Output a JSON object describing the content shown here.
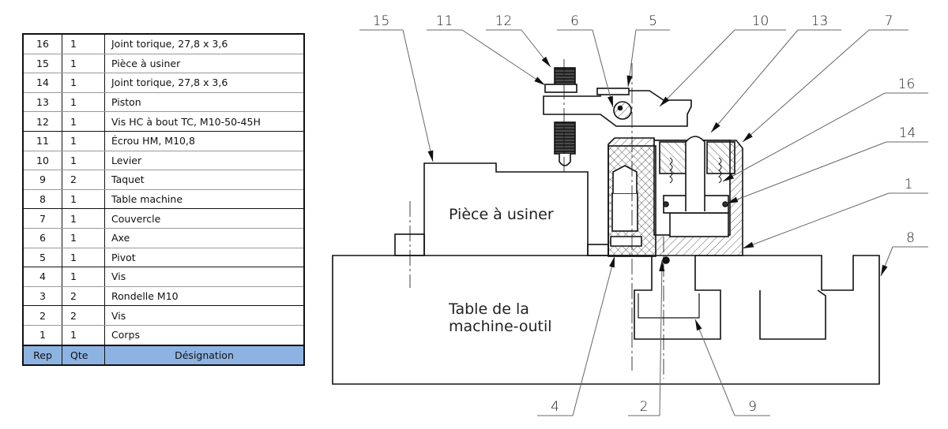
{
  "table": {
    "headers": {
      "rep": "Rep",
      "qte": "Qte",
      "designation": "Désignation"
    },
    "rows": [
      {
        "rep": "16",
        "qte": "1",
        "designation": "Joint torique, 27,8 x 3,6"
      },
      {
        "rep": "15",
        "qte": "1",
        "designation": "Pièce à usiner"
      },
      {
        "rep": "14",
        "qte": "1",
        "designation": "Joint torique, 27,8 x 3,6"
      },
      {
        "rep": "13",
        "qte": "1",
        "designation": "Piston"
      },
      {
        "rep": "12",
        "qte": "1",
        "designation": "Vis HC à bout TC, M10-50-45H"
      },
      {
        "rep": "11",
        "qte": "1",
        "designation": "Écrou HM, M10,8"
      },
      {
        "rep": "10",
        "qte": "1",
        "designation": "Levier"
      },
      {
        "rep": "9",
        "qte": "2",
        "designation": "Taquet"
      },
      {
        "rep": "8",
        "qte": "1",
        "designation": "Table machine"
      },
      {
        "rep": "7",
        "qte": "1",
        "designation": "Couvercle"
      },
      {
        "rep": "6",
        "qte": "1",
        "designation": "Axe"
      },
      {
        "rep": "5",
        "qte": "1",
        "designation": "Pivot"
      },
      {
        "rep": "4",
        "qte": "1",
        "designation": "Vis"
      },
      {
        "rep": "3",
        "qte": "2",
        "designation": "Rondelle M10"
      },
      {
        "rep": "2",
        "qte": "2",
        "designation": "Vis"
      },
      {
        "rep": "1",
        "qte": "1",
        "designation": "Corps"
      }
    ],
    "header_color": "#8db3e2"
  },
  "drawing": {
    "workpiece_text": "Pièce à usiner",
    "table_text_line1": "Table de la",
    "table_text_line2": "machine-outil",
    "callouts": [
      "15",
      "11",
      "12",
      "6",
      "5",
      "10",
      "13",
      "7",
      "16",
      "14",
      "1",
      "8",
      "4",
      "2",
      "9"
    ]
  }
}
